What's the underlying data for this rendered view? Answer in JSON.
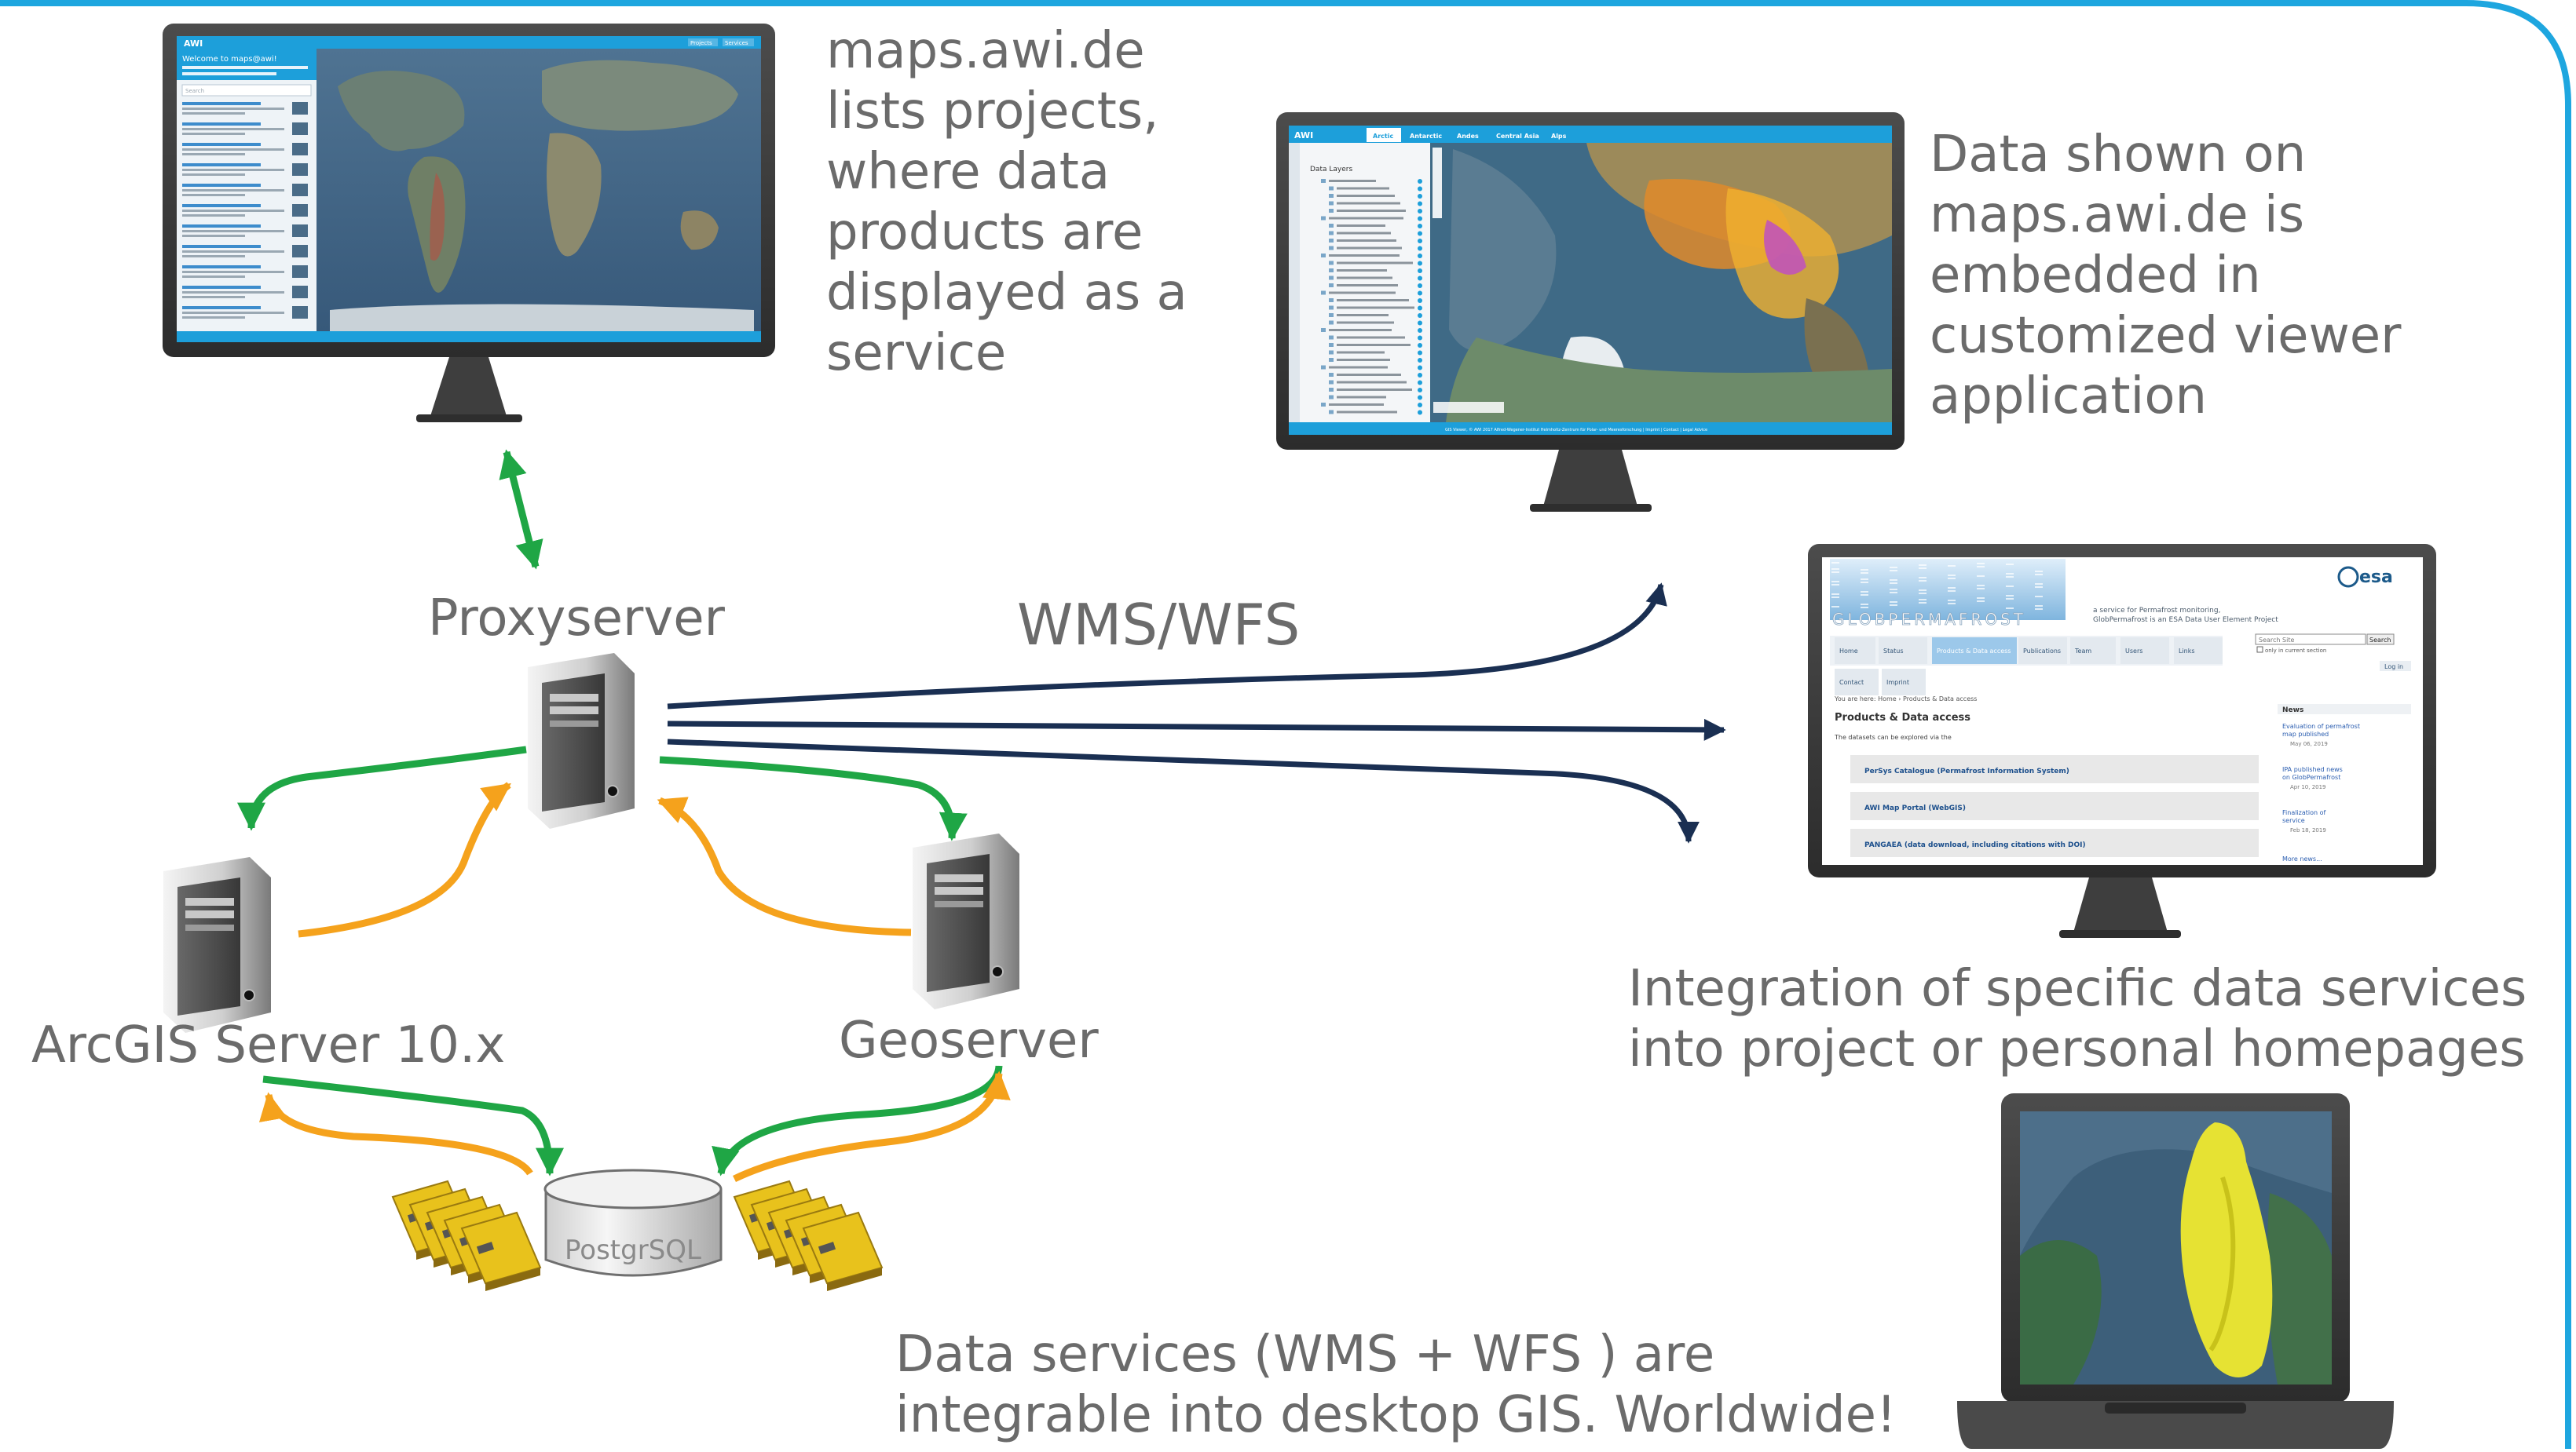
{
  "colors": {
    "frame": "#1ea6df",
    "arrow_green": "#1fa645",
    "arrow_orange": "#f5a21c",
    "arrow_navy": "#1a2f52",
    "caption": "#6b6b6b",
    "awi_blue": "#1d9fda"
  },
  "nodes": {
    "proxy": "Proxyserver",
    "arcgis": "ArcGIS Server 10.x",
    "geoserver": "Geoserver",
    "database": "PostgrSQL"
  },
  "captions": {
    "portal": "maps.awi.de\nlists projects,\nwhere data\nproducts are\ndisplayed as a\nservice",
    "viewer": "Data shown on\nmaps.awi.de is\nembedded in\ncustomized viewer\napplication",
    "homepage": "Integration of specific data services\ninto project or personal homepages",
    "desktop": "Data services (WMS + WFS ) are\nintegrable into desktop GIS. Worldwide!"
  },
  "protocol_label": "WMS/WFS",
  "screens": {
    "portal": {
      "logo": "AWI",
      "header_buttons": [
        "Projects",
        "Services"
      ],
      "welcome": "Welcome to maps@awi!",
      "search_placeholder": "Search"
    },
    "viewer": {
      "logo": "AWI",
      "tabs": [
        "Arctic",
        "Antarctic",
        "Andes",
        "Central Asia",
        "Alps"
      ],
      "panel_title": "Data Layers",
      "footer": "GIS Viewer, © AWI 2017 Alfred-Wegener-Institut Helmholtz-Zentrum für Polar- und Meeresforschung | Imprint | Contact | Legal Advice"
    },
    "homepage": {
      "brand": "GLOBPERMAFROST",
      "esa": "esa",
      "tagline": "a service for Permafrost monitoring,\nGlobPermafrost is an ESA Data User Element Project",
      "search_placeholder": "Search Site",
      "search_button": "Search",
      "search_checkbox": "only in current section",
      "login": "Log in",
      "nav": [
        "Home",
        "Status",
        "Products & Data access",
        "Publications",
        "Team",
        "Users",
        "Links",
        "Contact",
        "Imprint"
      ],
      "breadcrumb": "You are here: Home › Products & Data access",
      "page_title": "Products & Data access",
      "intro": "The datasets can be explored via the",
      "links": [
        "PerSys Catalogue (Permafrost Information System)",
        "AWI Map Portal (WebGIS)",
        "PANGAEA (data download, including citations with DOI)"
      ],
      "news_title": "News",
      "news": [
        {
          "title": "Evaluation of permafrost map published",
          "date": "May 06, 2019"
        },
        {
          "title": "IPA published news on GlobPermafrost",
          "date": "Apr 10, 2019"
        },
        {
          "title": "Finalization of service",
          "date": "Feb 18, 2019"
        }
      ],
      "news_more": "More news..."
    }
  }
}
